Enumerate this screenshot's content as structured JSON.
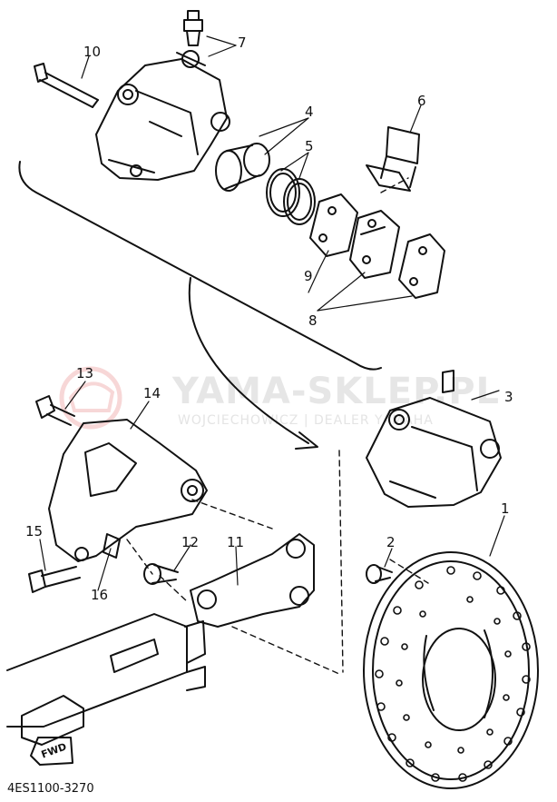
{
  "watermark": {
    "brand": "YAMA-SKLEP.PL",
    "dealer": "WOJCIECHOWICZ | DEALER YAMAHA"
  },
  "diagram_code": "4ES1100-3270",
  "fwd_label": "FWD",
  "callouts": [
    {
      "id": "p1",
      "label": "1"
    },
    {
      "id": "p2",
      "label": "2"
    },
    {
      "id": "p3",
      "label": "3"
    },
    {
      "id": "p4",
      "label": "4"
    },
    {
      "id": "p5",
      "label": "5"
    },
    {
      "id": "p6",
      "label": "6"
    },
    {
      "id": "p7",
      "label": "7"
    },
    {
      "id": "p8",
      "label": "8"
    },
    {
      "id": "p9",
      "label": "9"
    },
    {
      "id": "p10",
      "label": "10"
    },
    {
      "id": "p11",
      "label": "11"
    },
    {
      "id": "p12",
      "label": "12"
    },
    {
      "id": "p13",
      "label": "13"
    },
    {
      "id": "p14",
      "label": "14"
    },
    {
      "id": "p15",
      "label": "15"
    },
    {
      "id": "p16",
      "label": "16"
    }
  ]
}
